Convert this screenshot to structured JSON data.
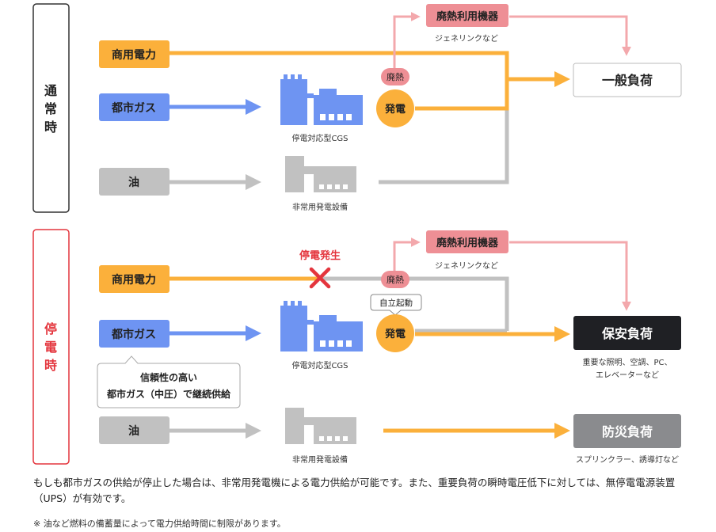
{
  "colors": {
    "orange": "#fbb03b",
    "blue": "#6e94f2",
    "gray": "#c1c1c1",
    "pink": "#ee8f95",
    "pink_light": "#f3a8ac",
    "red": "#e4353d",
    "dark": "#1f2024",
    "mid_gray": "#8a8b8e"
  },
  "normal": {
    "side_label": [
      "通",
      "常",
      "時"
    ],
    "commercial_power": "商用電力",
    "city_gas": "都市ガス",
    "oil": "油",
    "cgs_caption": "停電対応型CGS",
    "gen_caption": "非常用発電設備",
    "waste_heat_badge": "廃熱",
    "power_gen_badge": "発電",
    "waste_heat_equipment": "廃熱利用機器",
    "waste_heat_sub": "ジェネリンクなど",
    "general_load": "一般負荷"
  },
  "outage": {
    "side_label": [
      "停",
      "電",
      "時"
    ],
    "outage_label": "停電発生",
    "commercial_power": "商用電力",
    "city_gas": "都市ガス",
    "oil": "油",
    "cgs_caption": "停電対応型CGS",
    "gen_caption": "非常用発電設備",
    "waste_heat_badge": "廃熱",
    "self_start": "自立起動",
    "power_gen_badge": "発電",
    "waste_heat_equipment": "廃熱利用機器",
    "waste_heat_sub": "ジェネリンクなど",
    "gas_callout_line1": "信頼性の高い",
    "gas_callout_line2": "都市ガス（中圧）で継続供給",
    "security_load": "保安負荷",
    "security_sub1": "重要な照明、空調、PC、",
    "security_sub2": "エレベーターなど",
    "disaster_load": "防災負荷",
    "disaster_sub": "スプリンクラー、誘導灯など"
  },
  "notes": {
    "main": "もしも都市ガスの供給が停止した場合は、非常用発電機による電力供給が可能です。また、重要負荷の瞬時電圧低下に対しては、無停電電源装置（UPS）が有効です。",
    "foot": "※ 油など燃料の備蓄量によって電力供給時間に制限があります。"
  }
}
